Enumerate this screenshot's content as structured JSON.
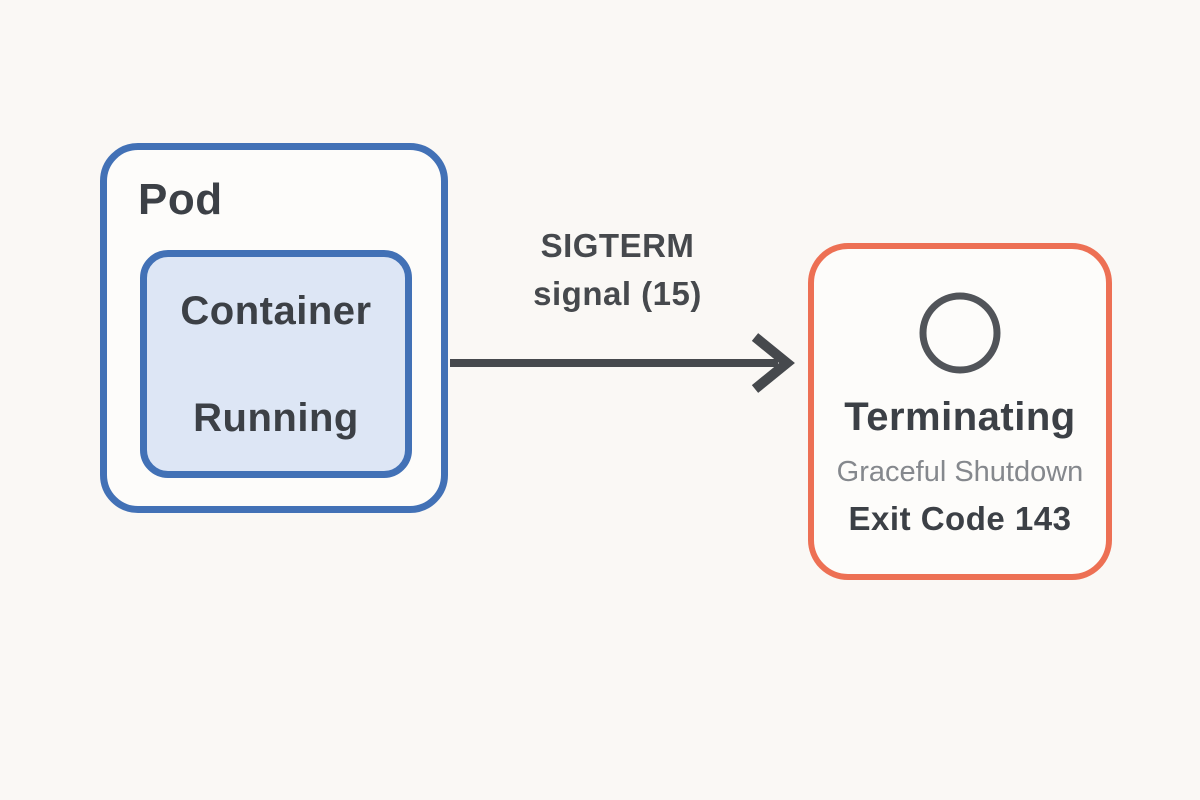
{
  "colors": {
    "bg": "#faf8f5",
    "blue": "#4271b6",
    "container-fill": "#dde6f5",
    "box-fill": "#fdfcfa",
    "orange": "#ed7054",
    "dark": "#3c4046",
    "gray": "#85888d",
    "arrow": "#46494d",
    "circle": "#515459"
  },
  "pod": {
    "label": "Pod",
    "container": {
      "label": "Container",
      "status": "Running"
    }
  },
  "signal": {
    "name": "SIGTERM",
    "detail": "signal (15)"
  },
  "terminating": {
    "title": "Terminating",
    "subtitle": "Graceful Shutdown",
    "exit_code": "Exit Code 143"
  }
}
